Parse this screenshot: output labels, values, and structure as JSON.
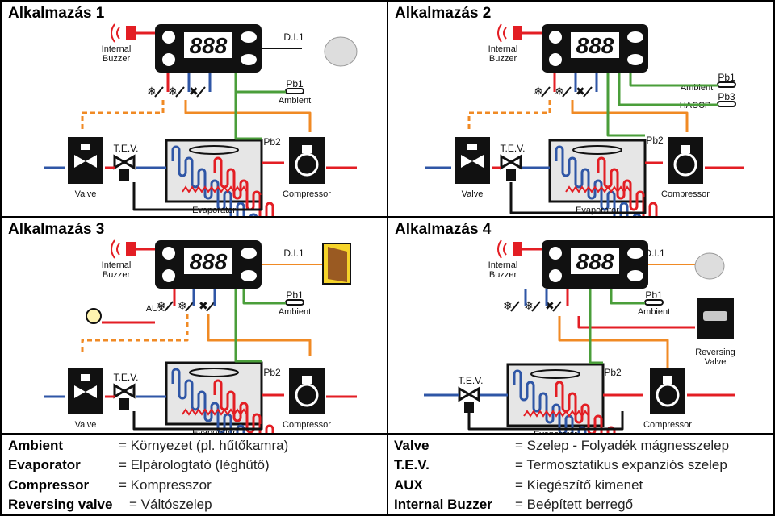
{
  "panels": [
    {
      "title": "Alkalmazás 1",
      "buzzer": "Internal\nBuzzer",
      "di": "D.I.1",
      "probe": "Pb1",
      "probe_label": "Ambient",
      "pb2": "Pb2",
      "tev": "T.E.V.",
      "valve": "Valve",
      "evaporator": "Evaporator",
      "compressor": "Compressor",
      "display": "888"
    },
    {
      "title": "Alkalmazás 2",
      "buzzer": "Internal\nBuzzer",
      "probe_a": "Pb1",
      "probe_a_label": "Ambient",
      "probe_b": "Pb3",
      "probe_b_label": "HACCP",
      "pb2": "Pb2",
      "tev": "T.E.V.",
      "valve": "Valve",
      "evaporator": "Evaporator",
      "compressor": "Compressor",
      "display": "888"
    },
    {
      "title": "Alkalmazás 3",
      "buzzer": "Internal\nBuzzer",
      "di": "D.I.1",
      "aux": "AUX",
      "probe": "Pb1",
      "probe_label": "Ambient",
      "pb2": "Pb2",
      "tev": "T.E.V.",
      "valve": "Valve",
      "evaporator": "Evaporator",
      "compressor": "Compressor",
      "display": "888"
    },
    {
      "title": "Alkalmazás 4",
      "buzzer": "Internal\nBuzzer",
      "di": "D.I.1",
      "probe": "Pb1",
      "probe_label": "Ambient",
      "pb2": "Pb2",
      "tev": "T.E.V.",
      "reversing": "Reversing\nValve",
      "evaporator": "Evaporator",
      "compressor": "Compressor",
      "display": "888"
    }
  ],
  "legend": {
    "left": [
      {
        "term": "Ambient",
        "def": "= Környezet (pl. hűtőkamra)"
      },
      {
        "term": "Evaporator",
        "def": "= Elpárologtató (léghűtő)"
      },
      {
        "term": "Compressor",
        "def": "= Kompresszor"
      },
      {
        "term": "Reversing valve",
        "def": "= Váltószelep"
      }
    ],
    "right": [
      {
        "term": "Valve",
        "def": "= Szelep - Folyadék mágnesszelep"
      },
      {
        "term": "T.E.V.",
        "def": "= Termosztatikus expanziós szelep"
      },
      {
        "term": "AUX",
        "def": "= Kiegészítő kimenet"
      },
      {
        "term": "Internal Buzzer",
        "def": "= Beépített berregő"
      }
    ]
  },
  "colors": {
    "red": "#e31e24",
    "blue": "#2f56a6",
    "green": "#4a9e3a",
    "orange": "#f08a24",
    "black": "#111111"
  }
}
